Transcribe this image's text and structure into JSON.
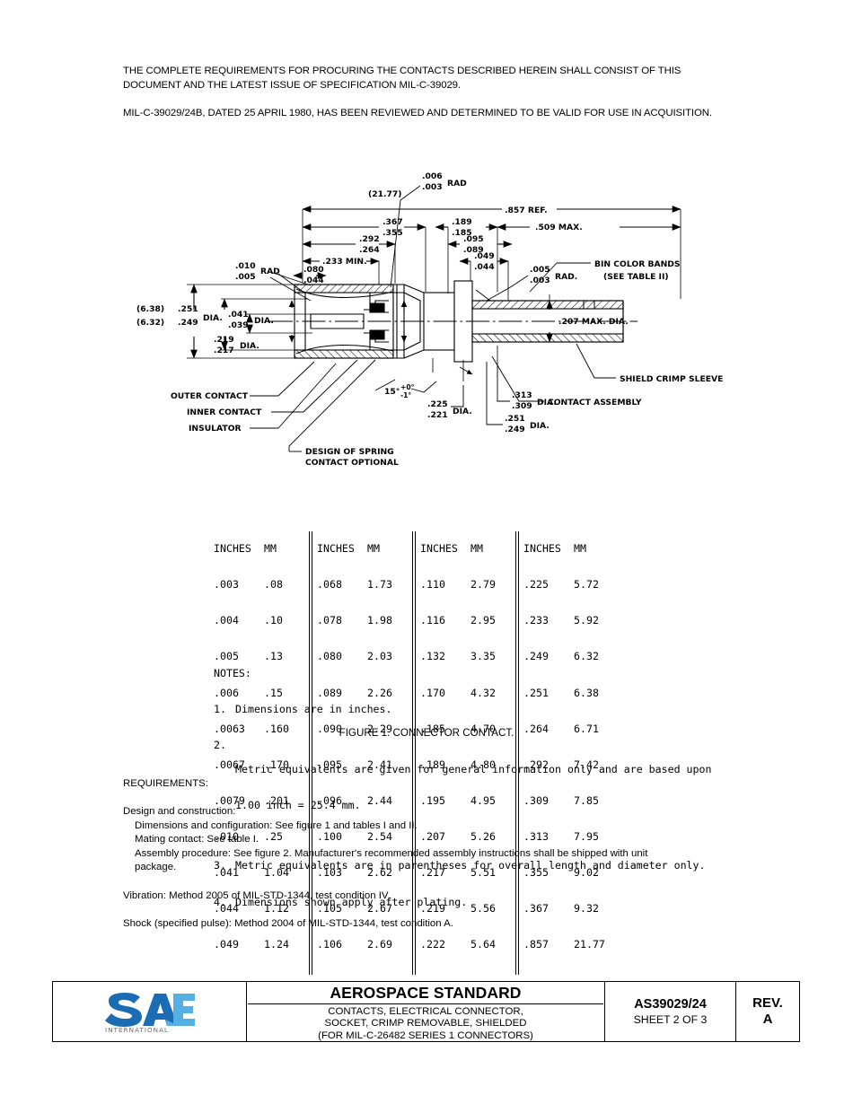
{
  "document": {
    "intro_paragraph_1": "THE COMPLETE REQUIREMENTS FOR PROCURING THE CONTACTS DESCRIBED HEREIN SHALL CONSIST OF THIS DOCUMENT AND THE LATEST ISSUE OF SPECIFICATION MIL-C-39029.",
    "intro_paragraph_2": "MIL-C-39029/24B, DATED 25 APRIL 1980, HAS BEEN REVIEWED AND DETERMINED TO BE VALID FOR USE IN ACQUISITION."
  },
  "figure": {
    "caption": "FIGURE 1.  CONNECTOR CONTACT.",
    "dimensions": {
      "overall_metric": "(21.77)",
      "overall_ref": ".857 REF.",
      "d_367_355_top": ".367",
      "d_367_355_bot": ".355",
      "d_292_264_top": ".292",
      "d_292_264_bot": ".264",
      "d_233_min": ".233 MIN.",
      "d_189_185_top": ".189",
      "d_189_185_bot": ".185",
      "d_509_max": ".509 MAX.",
      "d_095_089_top": ".095",
      "d_095_089_bot": ".089",
      "d_049_044_top": ".049",
      "d_049_044_bot": ".044",
      "rad_006_003_top": ".006",
      "rad_006_003_bot": ".003",
      "rad_006_003_label": "RAD",
      "rad_005_003_top": ".005",
      "rad_005_003_bot": ".003",
      "rad_005_003_label": "RAD.",
      "rad_010_005_top": ".010",
      "rad_010_005_bot": ".005",
      "rad_010_005_label": "RAD",
      "d_080_044_top": ".080",
      "d_080_044_bot": ".044",
      "metric_638": "(6.38)",
      "metric_632": "(6.32)",
      "d_251_249_left_top": ".251",
      "d_251_249_left_bot": ".249",
      "d_251_249_left_label": "DIA.",
      "d_041_039_top": ".041",
      "d_041_039_bot": ".039",
      "d_041_039_label": "DIA.",
      "d_219_217_top": ".219",
      "d_219_217_bot": ".217",
      "d_219_217_label": "DIA.",
      "d_207_max_dia": ".207 MAX. DIA.",
      "angle_value": "15°",
      "angle_tol_top": "+0°",
      "angle_tol_bot": "-1°",
      "d_225_221_top": ".225",
      "d_225_221_bot": ".221",
      "d_225_221_label": "DIA.",
      "d_313_309_top": ".313",
      "d_313_309_bot": ".309",
      "d_313_309_label": "DIA.",
      "d_251_249_right_top": ".251",
      "d_251_249_right_bot": ".249",
      "d_251_249_right_label": "DIA."
    },
    "callouts": {
      "bin_color_bands_line1": "BIN COLOR BANDS",
      "bin_color_bands_line2": "(SEE TABLE II)",
      "outer_contact": "OUTER CONTACT",
      "inner_contact": "INNER CONTACT",
      "insulator": "INSULATOR",
      "design_of_spring_line1": "DESIGN OF SPRING",
      "design_of_spring_line2": "CONTACT OPTIONAL",
      "shield_crimp_sleeve": "SHIELD CRIMP SLEEVE",
      "contact_assembly": "CONTACT ASSEMBLY"
    }
  },
  "conversion_table": {
    "header_inches": "INCHES",
    "header_mm": "MM",
    "columns": [
      {
        "inches": [
          ".003",
          ".004",
          ".005",
          ".006",
          ".0063",
          ".0067",
          ".0079",
          ".010",
          ".041",
          ".044",
          ".049"
        ],
        "mm": [
          ".08",
          ".10",
          ".13",
          ".15",
          ".160",
          ".170",
          ".201",
          ".25",
          "1.04",
          "1.12",
          "1.24"
        ]
      },
      {
        "inches": [
          ".068",
          ".078",
          ".080",
          ".089",
          ".090",
          ".095",
          ".096",
          ".100",
          ".103",
          ".105",
          ".106"
        ],
        "mm": [
          "1.73",
          "1.98",
          "2.03",
          "2.26",
          "2.29",
          "2.41",
          "2.44",
          "2.54",
          "2.62",
          "2.67",
          "2.69"
        ]
      },
      {
        "inches": [
          ".110",
          ".116",
          ".132",
          ".170",
          ".185",
          ".189",
          ".195",
          ".207",
          ".217",
          ".219",
          ".222"
        ],
        "mm": [
          "2.79",
          "2.95",
          "3.35",
          "4.32",
          "4.70",
          "4.80",
          "4.95",
          "5.26",
          "5.51",
          "5.56",
          "5.64"
        ]
      },
      {
        "inches": [
          ".225",
          ".233",
          ".249",
          ".251",
          ".264",
          ".292",
          ".309",
          ".313",
          ".355",
          ".367",
          ".857"
        ],
        "mm": [
          "5.72",
          "5.92",
          "6.32",
          "6.38",
          "6.71",
          "7.42",
          "7.85",
          "7.95",
          "9.02",
          "9.32",
          "21.77"
        ]
      }
    ]
  },
  "notes": {
    "title": "NOTES:",
    "items": [
      {
        "number": "1.",
        "lines": [
          "Dimensions are in inches."
        ]
      },
      {
        "number": "2.",
        "lines": [
          "Metric equivalents are given for general information only and are based upon",
          "1.00 inch = 25.4 mm."
        ]
      },
      {
        "number": "3.",
        "lines": [
          "Metric equivalents are in parentheses for overall length and diameter only."
        ]
      },
      {
        "number": "4.",
        "lines": [
          "Dimensions shown apply after plating."
        ]
      }
    ]
  },
  "requirements": {
    "heading": "REQUIREMENTS:",
    "design_heading": "Design and construction:",
    "design_line_1": "Dimensions and configuration:  See figure 1 and tables I and II.",
    "design_line_2": "Mating contact:  See table I.",
    "design_line_3": "Assembly procedure:  See figure 2.  Manufacturer's recommended assembly instructions shall be shipped with unit",
    "design_line_3_cont": "package.",
    "vibration": "Vibration:  Method 2005 of MIL-STD-1344, test condition IV.",
    "shock": "Shock (specified pulse):  Method 2004 of MIL-STD-1344, test condition A."
  },
  "title_block": {
    "logo_text": "SAE",
    "logo_subtext": "INTERNATIONAL",
    "standard_title": "AEROSPACE STANDARD",
    "subtitle_line_1": "CONTACTS, ELECTRICAL CONNECTOR,",
    "subtitle_line_2": "SOCKET, CRIMP REMOVABLE, SHIELDED",
    "subtitle_line_3": "(FOR MIL-C-26482 SERIES 1 CONNECTORS)",
    "document_number": "AS39029/24",
    "sheet": "SHEET 2 OF 3",
    "rev_label": "REV.",
    "rev_value": "A"
  },
  "colors": {
    "logo_dark_blue": "#1a6cb5",
    "logo_light_blue": "#57b0e4",
    "logo_gray": "#6d6e71",
    "ink": "#000000",
    "page": "#ffffff"
  }
}
